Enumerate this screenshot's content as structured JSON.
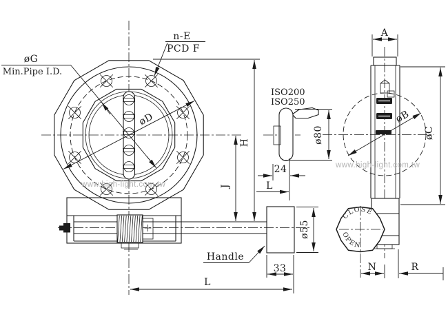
{
  "watermark": {
    "text": "www.high-light.com.tw"
  },
  "colors": {
    "line": "#1c1c1c",
    "watermark": "#b5b5b5",
    "background": "#ffffff"
  },
  "front_view": {
    "pipe_label_top": "øG",
    "pipe_label_bottom": "Min.Pipe I.D.",
    "bolt_label_top": "n-E",
    "bolt_label_bottom": "PCD F",
    "disc_diameter": "øD",
    "dim_total_height": "H",
    "dim_center_height": "J",
    "dim_length": "L",
    "dim_handle_width": "33",
    "dim_knob_diameter": "ø55",
    "handle_label": "Handle"
  },
  "side_view": {
    "dim_top_width": "A",
    "dim_stem_circle": "øB",
    "dim_body_diameter": "øC",
    "dim_wheel_offset": "N",
    "dim_side_offset": "R",
    "wheel_close": "CLOSE",
    "wheel_open": "OPEN"
  },
  "iso_detail": {
    "standard_1": "ISO200",
    "standard_2": "ISO250",
    "dim_plate_diameter": "ø80",
    "dim_depth": "24",
    "dim_length": "L"
  }
}
